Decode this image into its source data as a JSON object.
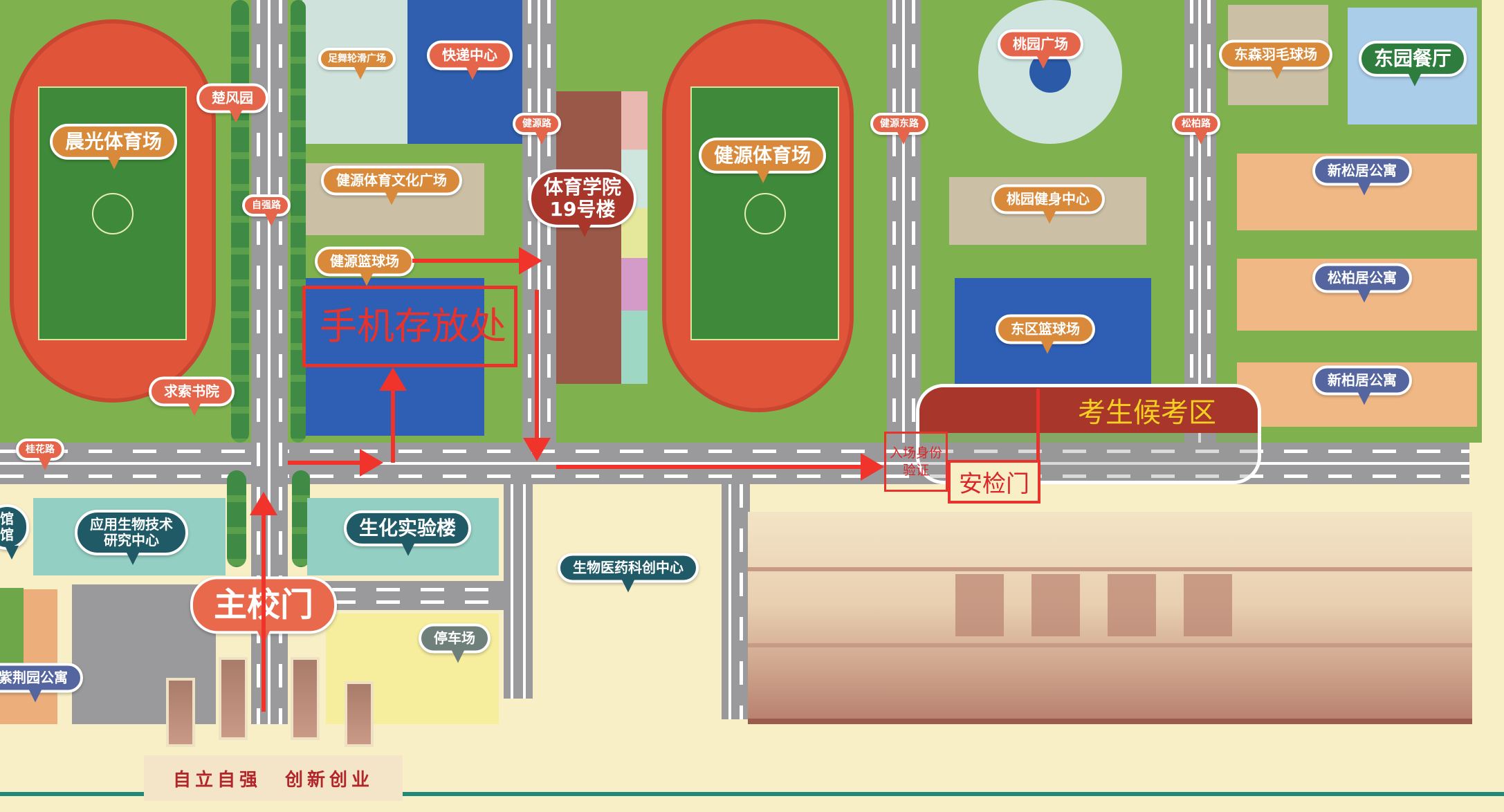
{
  "places": {
    "chenguang_stadium": "晨光体育场",
    "chufeng_garden": "楚风园",
    "ziqiang_road": "自强路",
    "qiusuo_academy": "求索书院",
    "guihua_road": "桂花路",
    "skating_plaza": "足舞轮滑广场",
    "express_center": "快递中心",
    "jianyuan_road": "健源路",
    "sports_culture_plaza": "健源体育文化广场",
    "pe_college_line1": "体育学院",
    "pe_college_line2": "19号楼",
    "jianyuan_basketball": "健源篮球场",
    "jianyuan_stadium": "健源体育场",
    "jianyuan_east_road": "健源东路",
    "taoyuan_plaza": "桃园广场",
    "taoyuan_fitness": "桃园健身中心",
    "east_basketball": "东区篮球场",
    "songbai_road": "松柏路",
    "dongsen_badminton": "东森羽毛球场",
    "dongyuan_canteen": "东园餐厅",
    "xinsong_apartment": "新松居公寓",
    "songbai_apartment": "松柏居公寓",
    "xinbai_apartment": "新柏居公寓",
    "biotech_center_line1": "应用生物技术",
    "biotech_center_line2": "研究中心",
    "biochem_building": "生化实验楼",
    "biomed_center": "生物医药科创中心",
    "main_gate": "主校门",
    "parking": "停车场",
    "zijing_apartment": "紫荆园公寓",
    "partial_hall_1": "馆",
    "partial_hall_2": "馆"
  },
  "annotations": {
    "phone_storage": "手机存放处",
    "waiting_area": "考生候考区",
    "id_check_line1": "入场身份",
    "id_check_line2": "验证",
    "security_gate": "安检门"
  },
  "banner": {
    "motto_left": "自立自强",
    "motto_right": "创新创业"
  },
  "colors": {
    "route_arrow": "#f0342c",
    "waiting_area": "#a8362b",
    "waiting_text": "#f5d020"
  }
}
